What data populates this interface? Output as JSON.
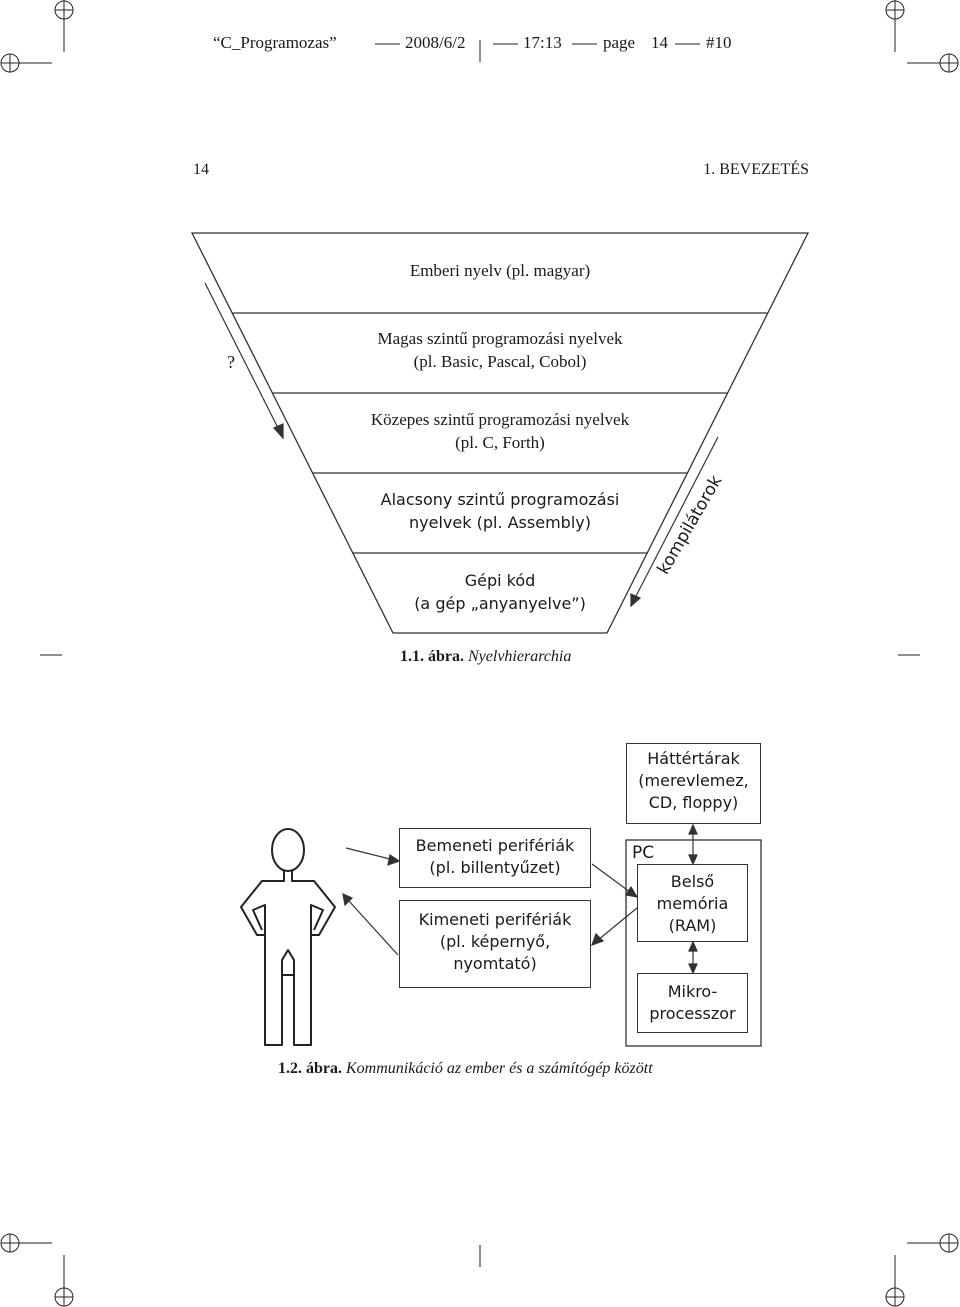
{
  "slug": {
    "file": "C_Programozas",
    "date": "2008/6/2",
    "time": "17:13",
    "page_word": "page",
    "page_no": "14",
    "sheet": "#10"
  },
  "header": {
    "page_number": "14",
    "chapter": "1. BEVEZETÉS"
  },
  "figure1": {
    "layers": [
      {
        "line1": "Emberi nyelv (pl. magyar)",
        "line2": ""
      },
      {
        "line1": "Magas szintű programozási nyelvek",
        "line2": "(pl. Basic, Pascal, Cobol)"
      },
      {
        "line1": "Közepes szintű programozási nyelvek",
        "line2": "(pl. C, Forth)"
      },
      {
        "line1": "Alacsony szintű programozási",
        "line2": "nyelvek (pl. Assembly)"
      },
      {
        "line1": "Gépi kód",
        "line2": "(a gép „anyanyelve”)"
      }
    ],
    "left_mark": "?",
    "right_label": "kompilátorok",
    "caption_num": "1.1. ábra.",
    "caption_text": "Nyelvhierarchia"
  },
  "figure2": {
    "hattertar": [
      "Háttértárak",
      "(merevlemez,",
      "CD, floppy)"
    ],
    "bemeneti": [
      "Bemeneti perifériák",
      "(pl. billentyűzet)"
    ],
    "kimeneti": [
      "Kimeneti perifériák",
      "(pl. képernyő,",
      "nyomtató)"
    ],
    "pc_label": "PC",
    "memoria": [
      "Belső",
      "memória",
      "(RAM)"
    ],
    "processzor": [
      "Mikro-",
      "processzor"
    ],
    "caption_num": "1.2. ábra.",
    "caption_text": "Kommunikáció az ember és a számítógép között"
  }
}
